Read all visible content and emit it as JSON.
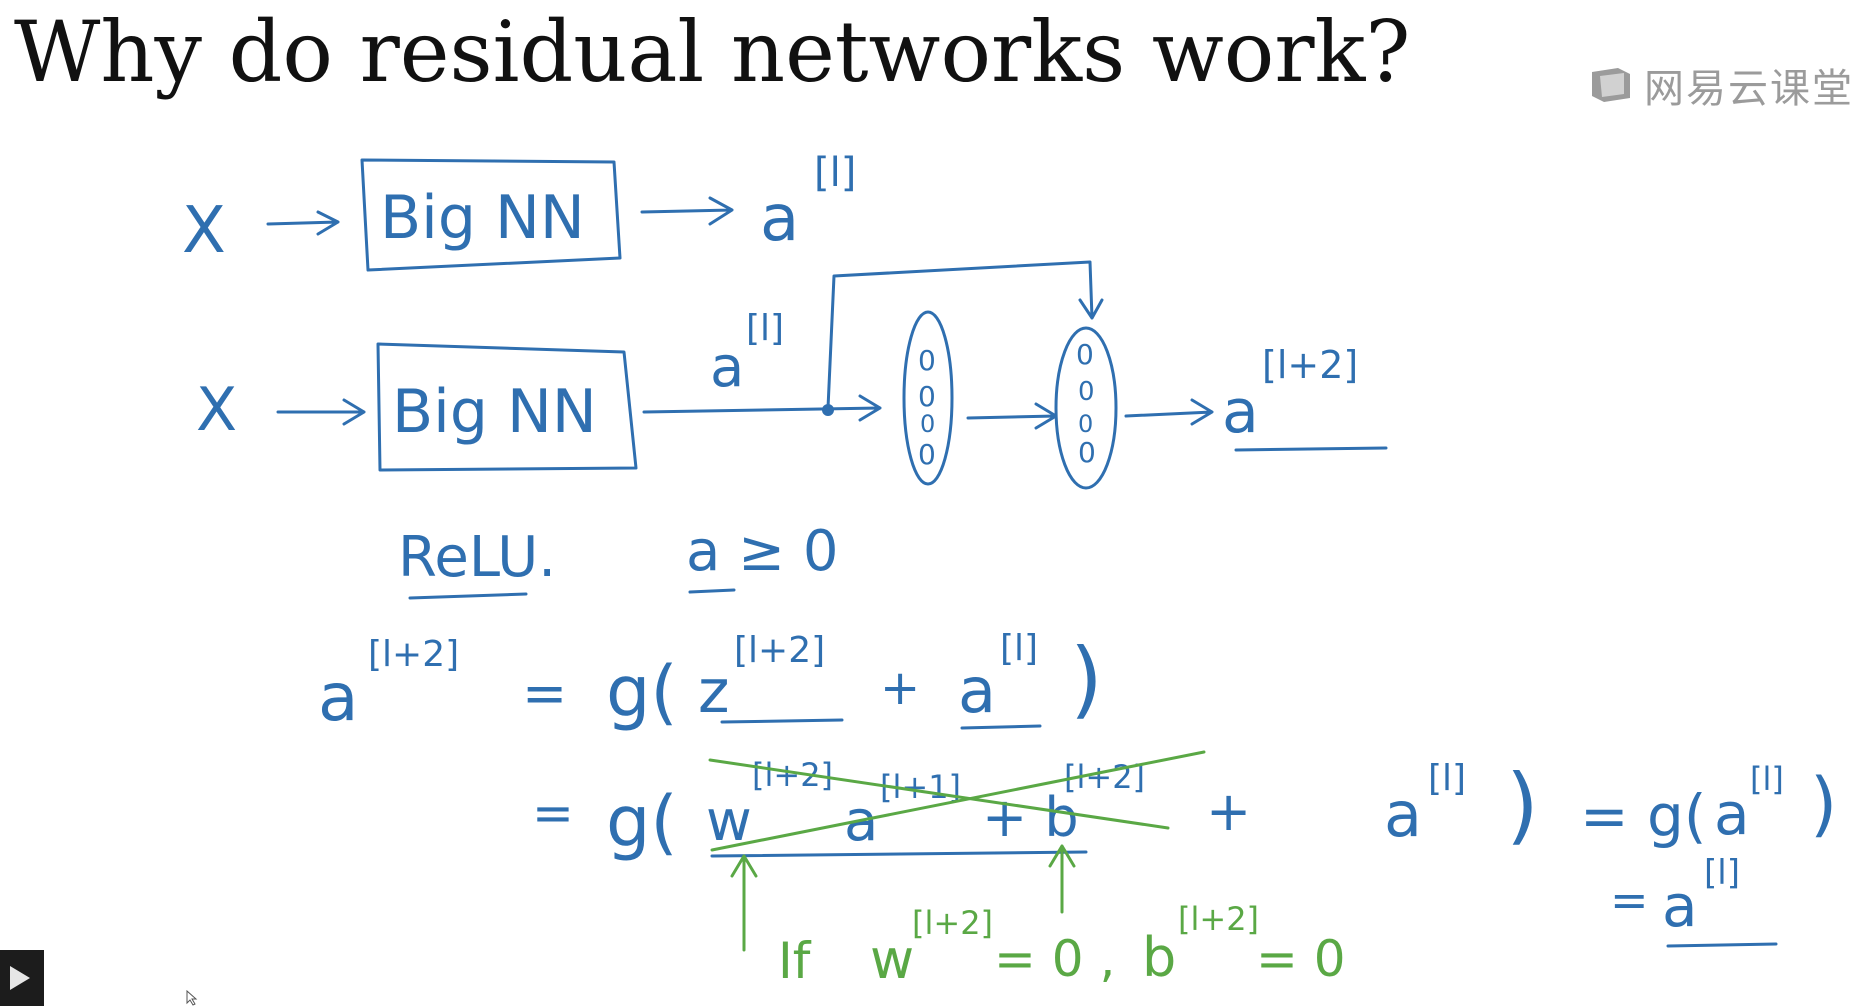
{
  "slide": {
    "title": "Why do residual networks work?"
  },
  "watermark": {
    "icon": "netease-cloud-classroom-logo-icon",
    "text": "网易云课堂"
  },
  "handwriting": {
    "row1": {
      "input": "X",
      "box_label": "Big NN",
      "output_base": "a",
      "output_sup": "[l]"
    },
    "row2": {
      "input": "X",
      "box_label": "Big NN",
      "mid_base": "a",
      "mid_sup": "[l]",
      "output_base": "a",
      "output_sup": "[l+2]",
      "unit_symbol": "0"
    },
    "relu_note": {
      "label": "ReLU.",
      "condition": "a ≥ 0"
    },
    "equation1": {
      "lhs_base": "a",
      "lhs_sup": "[l+2]",
      "eq": "=",
      "g_open": "g(",
      "z_base": "z",
      "z_sup": "[l+2]",
      "plus": "+",
      "a_base": "a",
      "a_sup": "[l]",
      "close": ")"
    },
    "equation2": {
      "eq": "=",
      "g_open": "g(",
      "w_base": "w",
      "w_sup": "[l+2]",
      "a_base": "a",
      "a_sup": "[l+1]",
      "plus_b": "+ b",
      "b_sup": "[l+2]",
      "plus": "+",
      "a2_base": "a",
      "a2_sup": "[l]",
      "close": ")",
      "eq2": "= g(",
      "ga_base": "a",
      "ga_sup": "[l]",
      "ga_close": ")",
      "eq3": "=",
      "final_base": "a",
      "final_sup": "[l]"
    },
    "condition_note": {
      "if": "If",
      "w_base": "w",
      "w_sup": "[l+2]",
      "w_eq": "= 0 ,",
      "b_base": "b",
      "b_sup": "[l+2]",
      "b_eq": "= 0"
    }
  },
  "player": {
    "play_icon": "play-icon",
    "cursor_icon": "mouse-cursor-icon"
  },
  "colors": {
    "ink_blue": "#2f6fb0",
    "ink_green": "#5aa845",
    "title_text": "#111111",
    "watermark": "#8a8a8a"
  }
}
